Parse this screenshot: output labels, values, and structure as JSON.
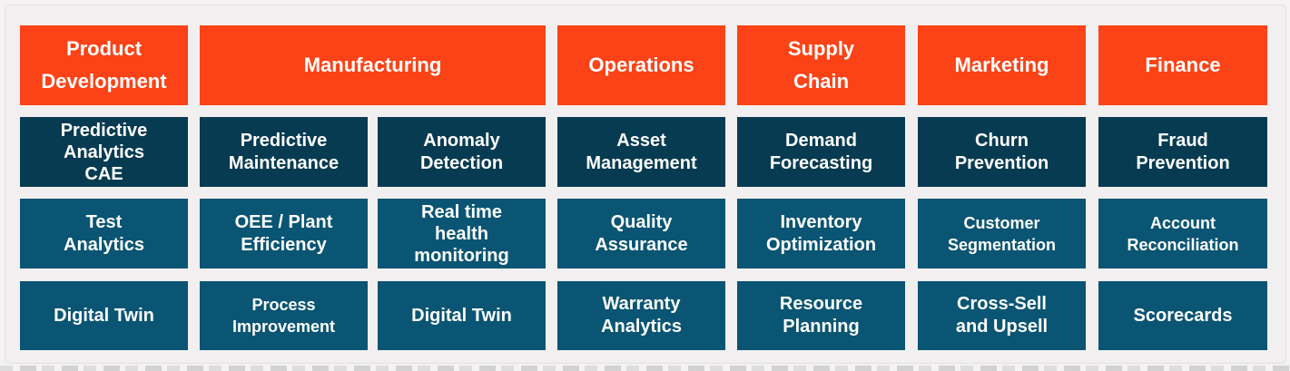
{
  "headers": {
    "product_development": "Product\nDevelopment",
    "manufacturing": "Manufacturing",
    "operations": "Operations",
    "supply_chain": "Supply\nChain",
    "marketing": "Marketing",
    "finance": "Finance"
  },
  "cells": {
    "predictive_analytics_cae": "Predictive\nAnalytics\nCAE",
    "predictive_maintenance": "Predictive\nMaintenance",
    "anomaly_detection": "Anomaly\nDetection",
    "asset_management": "Asset\nManagement",
    "demand_forecasting": "Demand\nForecasting",
    "churn_prevention": "Churn\nPrevention",
    "fraud_prevention": "Fraud\nPrevention",
    "test_analytics": "Test\nAnalytics",
    "oee_plant_efficiency": "OEE / Plant\nEfficiency",
    "real_time_health_monitoring": "Real time\nhealth\nmonitoring",
    "quality_assurance": "Quality\nAssurance",
    "inventory_optimization": "Inventory\nOptimization",
    "customer_segmentation": "Customer\nSegmentation",
    "account_reconciliation": "Account\nReconciliation",
    "digital_twin_pd": "Digital Twin",
    "process_improvement": "Process\nImprovement",
    "digital_twin_mfg": "Digital Twin",
    "warranty_analytics": "Warranty\nAnalytics",
    "resource_planning": "Resource\nPlanning",
    "cross_sell_upsell": "Cross-Sell\nand Upsell",
    "scorecards": "Scorecards"
  },
  "colors": {
    "header": "#fb4317",
    "row_dark": "#073b52",
    "row_mid": "#0a5573",
    "text": "#ffffff",
    "background": "#f1efef"
  }
}
